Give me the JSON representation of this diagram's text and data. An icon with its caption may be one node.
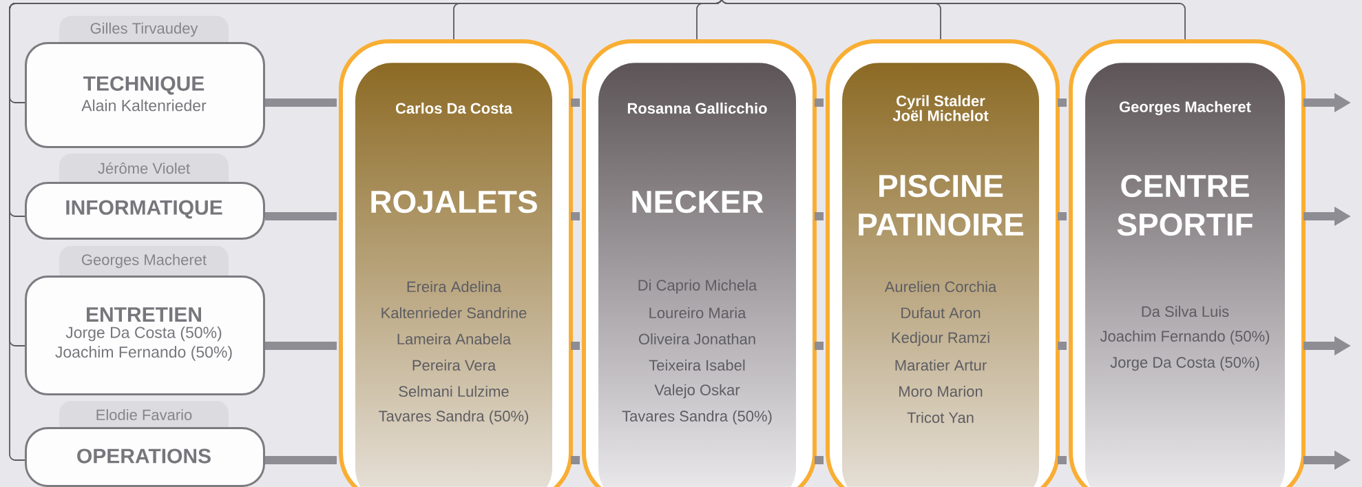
{
  "diagram": {
    "nodes": [
      {
        "text": [
          "TECHNIQUE",
          "Alain Kaltenrieder"
        ],
        "beside": [
          "Gilles Tirvaudey"
        ]
      },
      {
        "text": [
          "INFORMATIQUE"
        ],
        "beside": [
          "Jérôme Violet"
        ]
      },
      {
        "text": [
          "ENTRETIEN",
          "Jorge Da Costa (50%)",
          "Joachim Fernando (50%)"
        ],
        "beside": [
          "Georges Macheret"
        ]
      },
      {
        "text": [
          "OPERATIONS"
        ],
        "beside": [
          "Elodie Favario"
        ]
      },
      {
        "text": [
          "Carlos Da Costa",
          "ROJALETS",
          "Ereira Adelina",
          "Kaltenrieder Sandrine",
          "Lameira Anabela",
          "Pereira Vera",
          "Selmani Lulzime",
          "Tavares Sandra (50%)"
        ]
      },
      {
        "text": [
          "Rosanna Gallicchio",
          "NECKER",
          "Di Caprio Michela",
          "Loureiro Maria",
          "Oliveira Jonathan",
          "Teixeira Isabel",
          "Valejo Oskar",
          "Tavares Sandra (50%)"
        ]
      },
      {
        "text": [
          "Cyril Stalder",
          "Joël Michelot",
          "PISCINE PATINOIRE",
          "Aurelien Corchia",
          "Dufaut Aron",
          "Kedjour Ramzi",
          "Maratier Artur",
          "Moro Marion",
          "Tricot Yan"
        ]
      },
      {
        "text": [
          "Georges Macheret",
          "CENTRE SPORTIF",
          "Da Silva Luis",
          "Joachim Fernando (50%)",
          "Jorge Da Costa (50%)"
        ]
      }
    ],
    "edges": [
      {
        "from": null,
        "to": 0,
        "arrow": "none"
      },
      {
        "from": null,
        "to": 1,
        "arrow": "none"
      },
      {
        "from": null,
        "to": 2,
        "arrow": "none"
      },
      {
        "from": null,
        "to": 3,
        "arrow": "none"
      },
      {
        "from": null,
        "to": 4,
        "arrow": "none"
      },
      {
        "from": null,
        "to": 5,
        "arrow": "none"
      },
      {
        "from": null,
        "to": 6,
        "arrow": "none"
      },
      {
        "from": null,
        "to": 7,
        "arrow": "none"
      },
      {
        "from": 0,
        "to": null,
        "arrow": "to",
        "style": "thick",
        "color": "#8e8d94"
      },
      {
        "from": 1,
        "to": null,
        "arrow": "to",
        "style": "thick",
        "color": "#8e8d94"
      },
      {
        "from": 2,
        "to": null,
        "arrow": "to",
        "style": "thick",
        "color": "#8e8d94"
      },
      {
        "from": 3,
        "to": null,
        "arrow": "to",
        "style": "thick",
        "color": "#8e8d94"
      }
    ]
  }
}
